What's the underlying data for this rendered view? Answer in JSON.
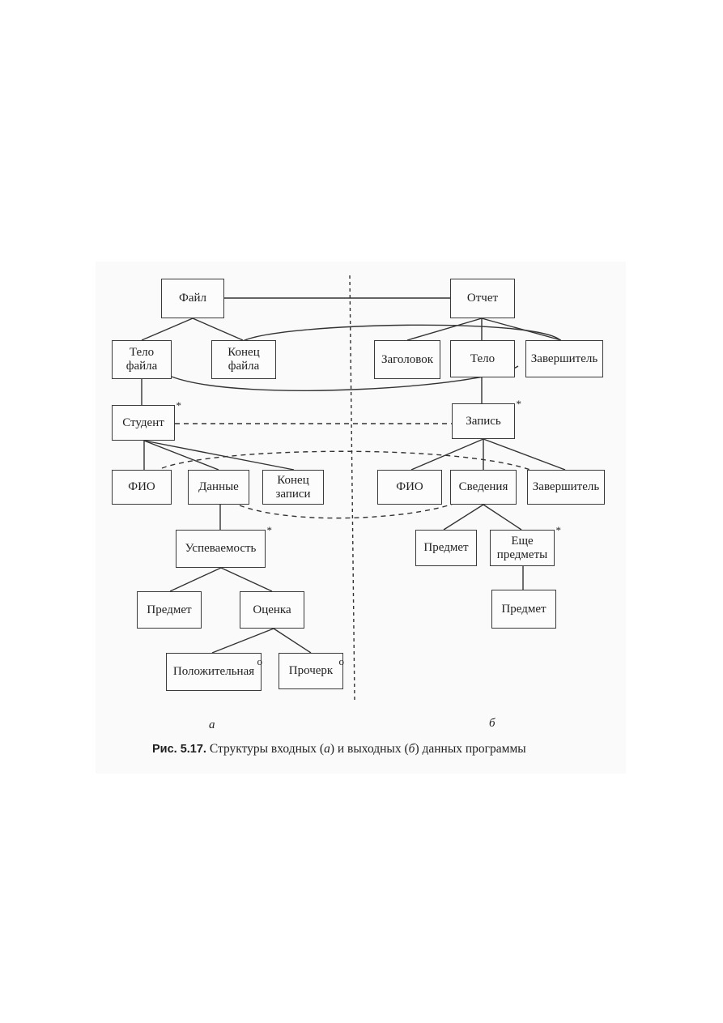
{
  "diagram": {
    "input": {
      "file": "Файл",
      "file_body": [
        "Тело",
        "файла"
      ],
      "file_end": [
        "Конец",
        "файла"
      ],
      "student": "Студент",
      "fio": "ФИО",
      "data": "Данные",
      "record_end": [
        "Конец",
        "записи"
      ],
      "progress": "Успеваемость",
      "subject": "Предмет",
      "grade": "Оценка",
      "positive": "Положительная",
      "dash": "Прочерк",
      "label": "а"
    },
    "output": {
      "report": "Отчет",
      "header": "Заголовок",
      "body": "Тело",
      "terminator": "Завершитель",
      "record": "Запись",
      "fio": "ФИО",
      "info": "Сведения",
      "terminator2": "Завершитель",
      "subject": "Предмет",
      "more_subjects": [
        "Еще",
        "предметы"
      ],
      "subject2": "Предмет",
      "label": "б"
    },
    "markers": {
      "iteration": "*",
      "selection": "o"
    }
  },
  "caption": {
    "prefix": "Рис. 5.17.",
    "text_1": " Структуры входных (",
    "a": "а",
    "text_2": ") и выходных (",
    "b": "б",
    "text_3": ") данных программы"
  }
}
